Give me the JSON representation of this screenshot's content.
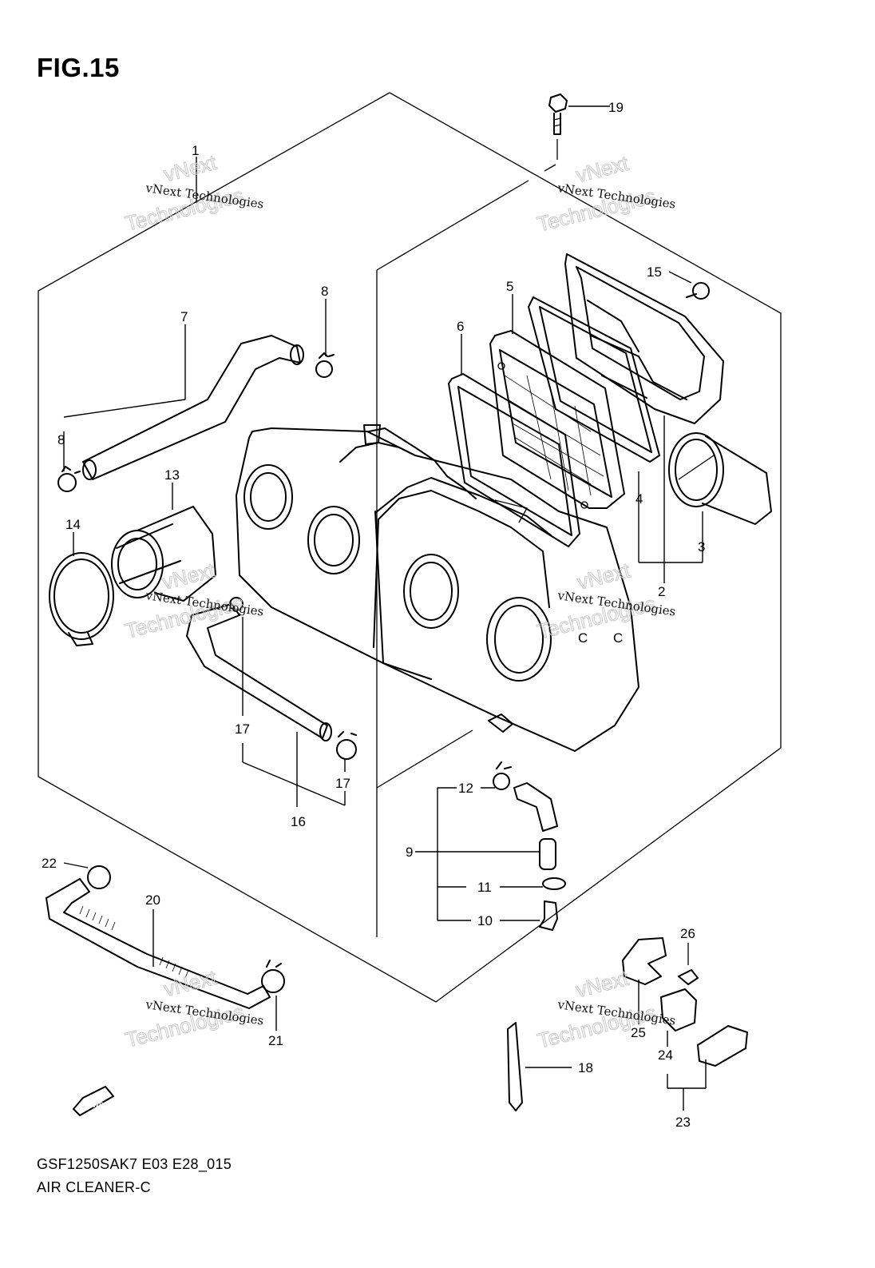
{
  "figure_title": "FIG.15",
  "footer": {
    "code": "GSF1250SAK7 E03 E28_015",
    "name": "AIR CLEANER-C"
  },
  "fwd_label": "FWD",
  "watermark": {
    "line1": "vNext Technologies",
    "big_top": "vNext",
    "big_bottom": "Technologies"
  },
  "callouts": [
    "1",
    "2",
    "3",
    "4",
    "5",
    "6",
    "7",
    "8",
    "8",
    "9",
    "10",
    "11",
    "12",
    "13",
    "14",
    "15",
    "16",
    "17",
    "17",
    "18",
    "19",
    "20",
    "21",
    "22",
    "23",
    "24",
    "25",
    "26"
  ],
  "case_marks": [
    "C",
    "C"
  ]
}
